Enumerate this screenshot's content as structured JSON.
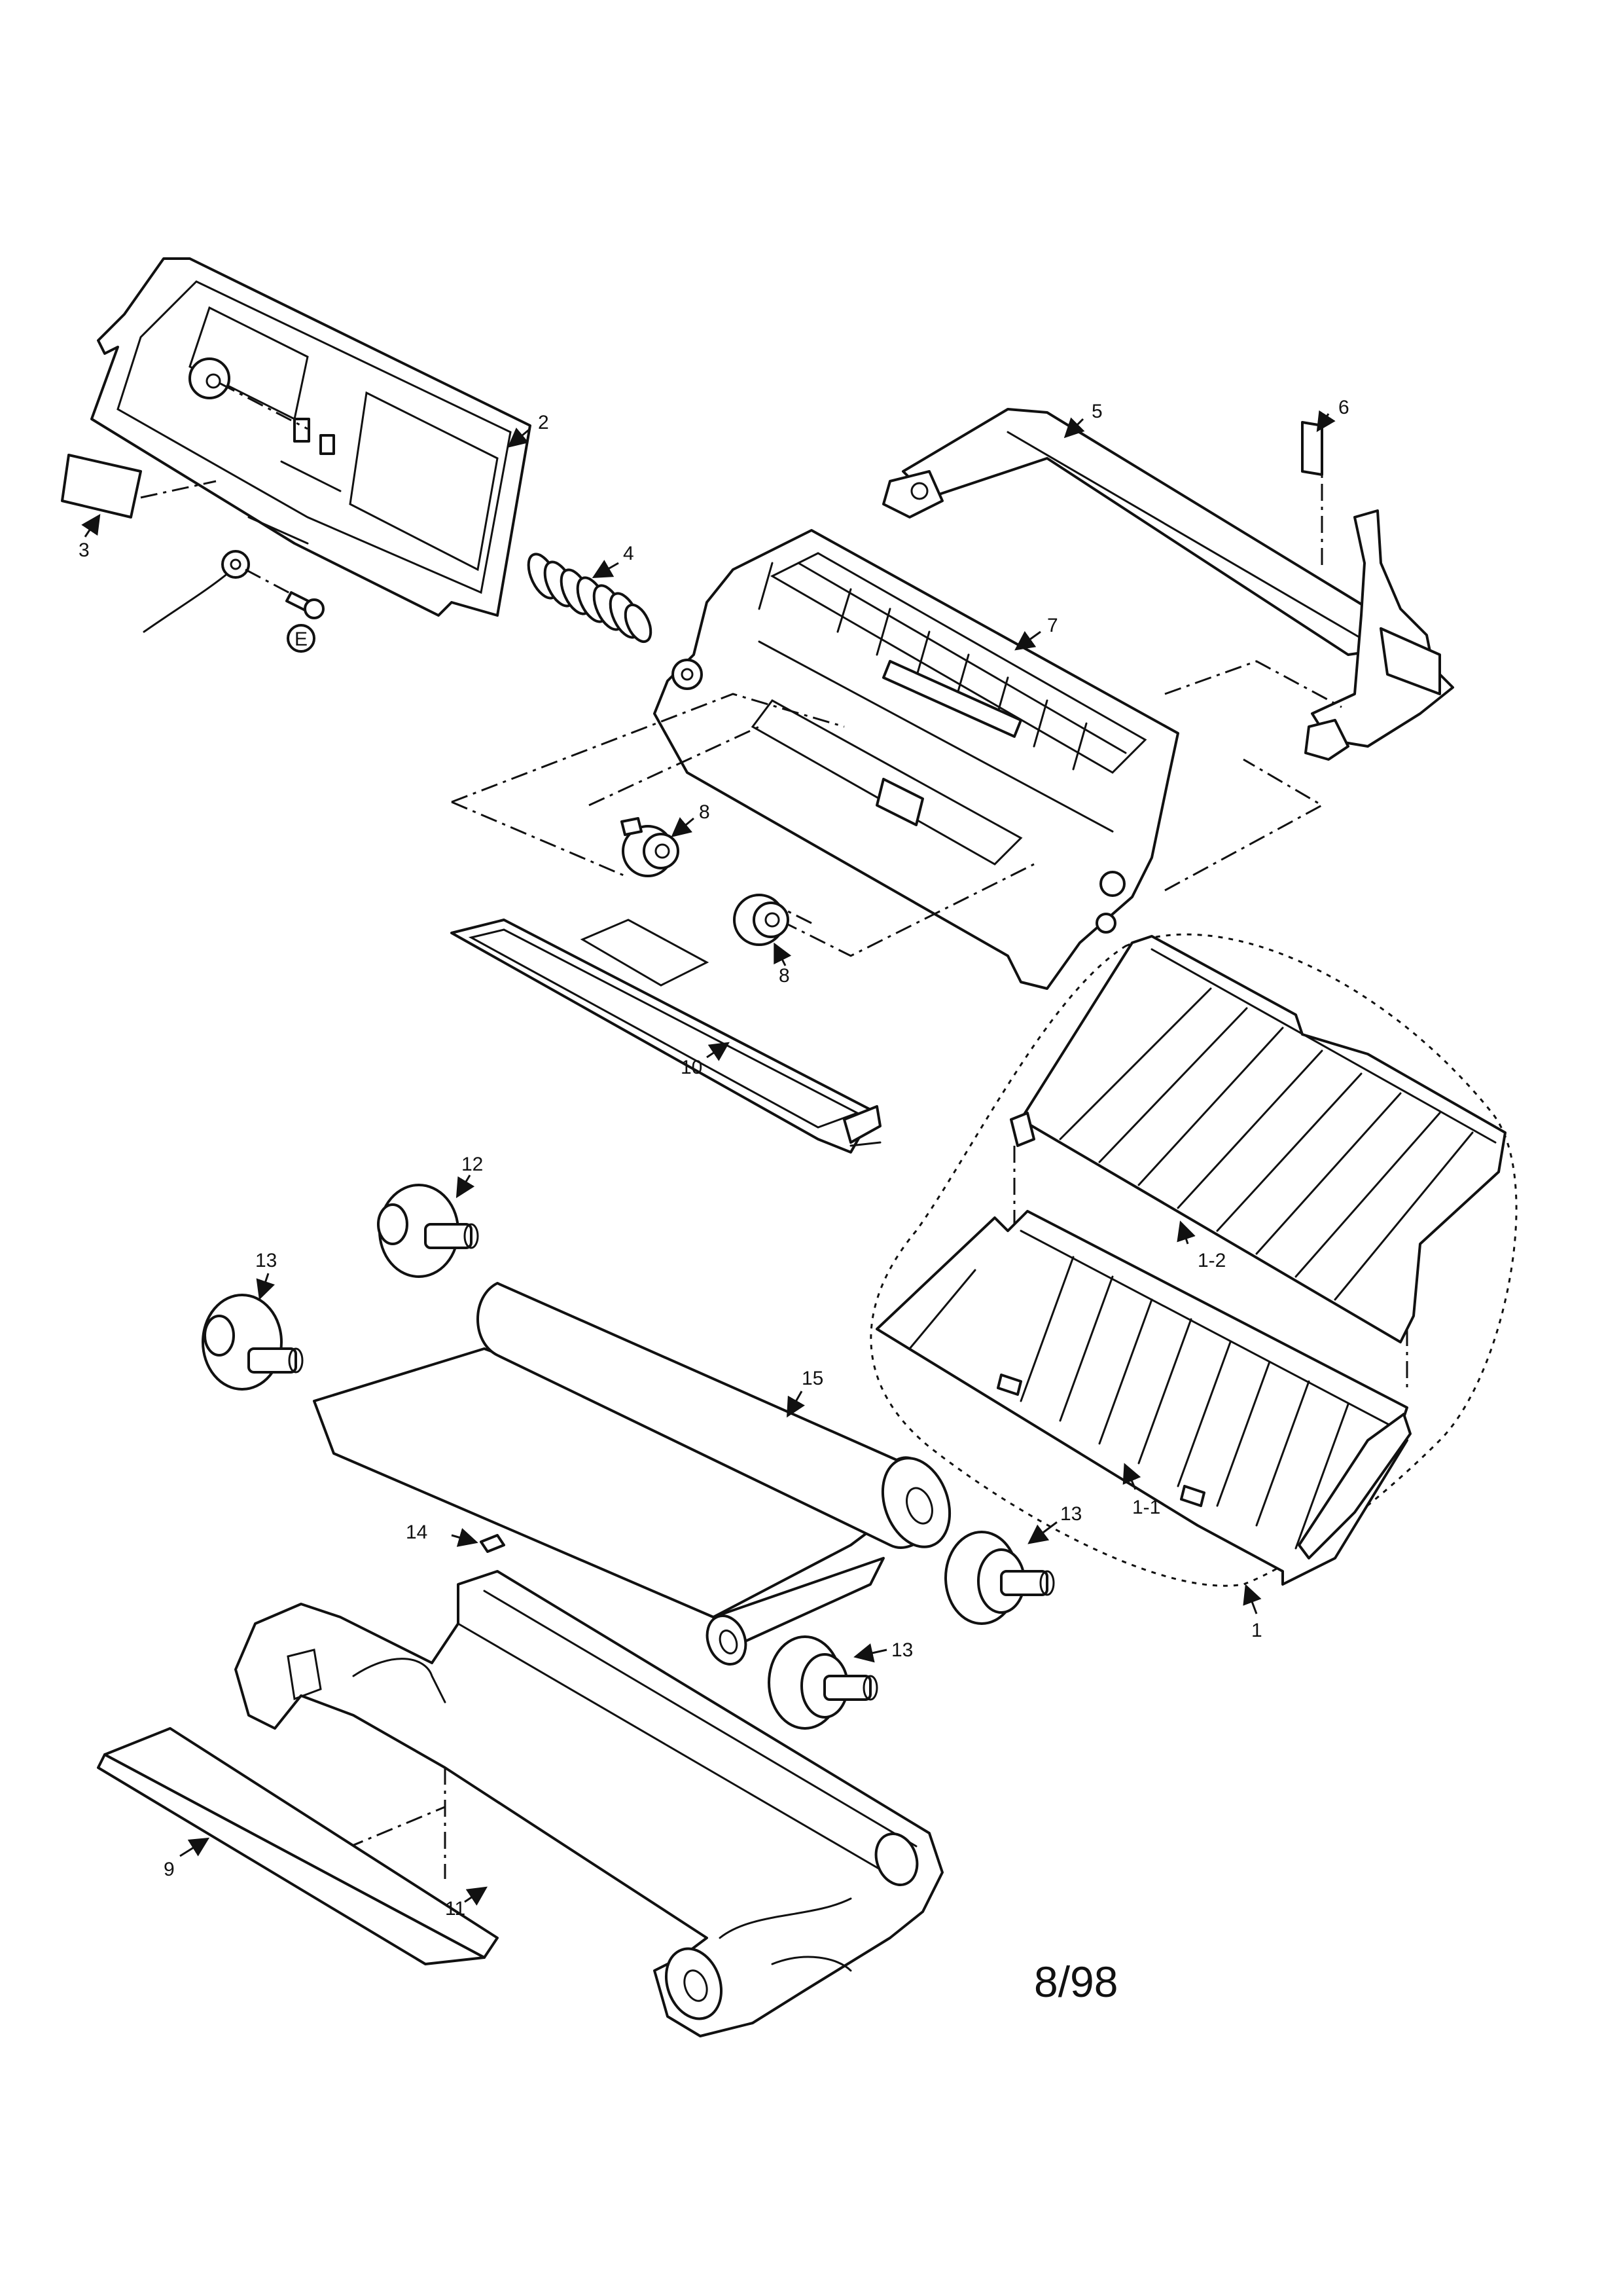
{
  "page_number": "8/98",
  "callouts": {
    "c1": "1",
    "c1_1": "1-1",
    "c1_2": "1-2",
    "c2": "2",
    "c3": "3",
    "c4": "4",
    "c5": "5",
    "c6": "6",
    "c7": "7",
    "c8a": "8",
    "c8b": "8",
    "c9": "9",
    "c10": "10",
    "c11": "11",
    "c12": "12",
    "c13a": "13",
    "c13b": "13",
    "c13c": "13",
    "c14": "14",
    "c15": "15"
  },
  "ground_symbol": "E"
}
